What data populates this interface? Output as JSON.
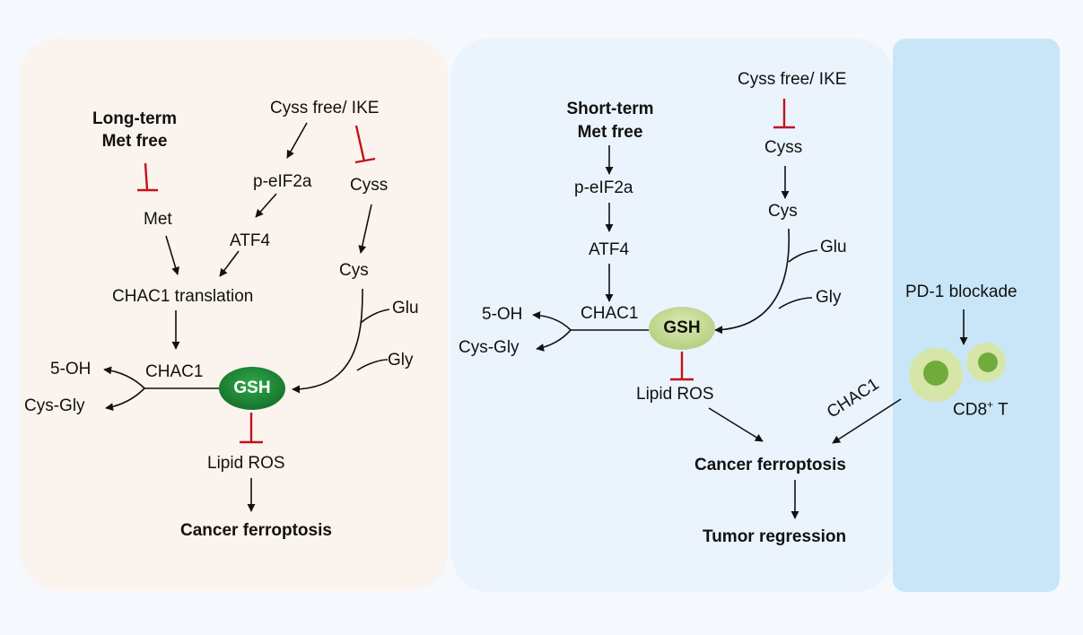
{
  "left_panel": {
    "condition": [
      "Long-term",
      "Met free"
    ],
    "cyss_free": "Cyss free/ IKE",
    "met": "Met",
    "peif2a": "p-eIF2a",
    "atf4": "ATF4",
    "cyss": "Cyss",
    "cys": "Cys",
    "glu": "Glu",
    "gly": "Gly",
    "chac1_translation": "CHAC1 translation",
    "chac1": "CHAC1",
    "five_oh": "5-OH",
    "cys_gly": "Cys-Gly",
    "gsh": "GSH",
    "lipid_ros": "Lipid ROS",
    "outcome": "Cancer ferroptosis"
  },
  "middle_panel": {
    "condition": [
      "Short-term",
      "Met free"
    ],
    "cyss_free": "Cyss free/ IKE",
    "peif2a": "p-eIF2a",
    "atf4": "ATF4",
    "cyss": "Cyss",
    "cys": "Cys",
    "glu": "Glu",
    "gly": "Gly",
    "chac1": "CHAC1",
    "five_oh": "5-OH",
    "cys_gly": "Cys-Gly",
    "gsh": "GSH",
    "lipid_ros": "Lipid ROS",
    "outcome": "Cancer ferroptosis",
    "final": "Tumor regression"
  },
  "right_panel": {
    "pd1": "PD-1 blockade",
    "cd8_base": "CD8",
    "cd8_sup": "+",
    "cd8_suffix": " T",
    "chac1": "CHAC1"
  },
  "colors": {
    "left_bg": "#fbf3ed",
    "middle_bg": "#ebf4fd",
    "right_bg": "#c9e6f8",
    "gsh_dark": "#1f8a3a",
    "gsh_light": "#c8dc9c",
    "inhibit": "#c0141c",
    "cell_outer": "#d6e6a8",
    "cell_inner": "#6fac3c"
  }
}
